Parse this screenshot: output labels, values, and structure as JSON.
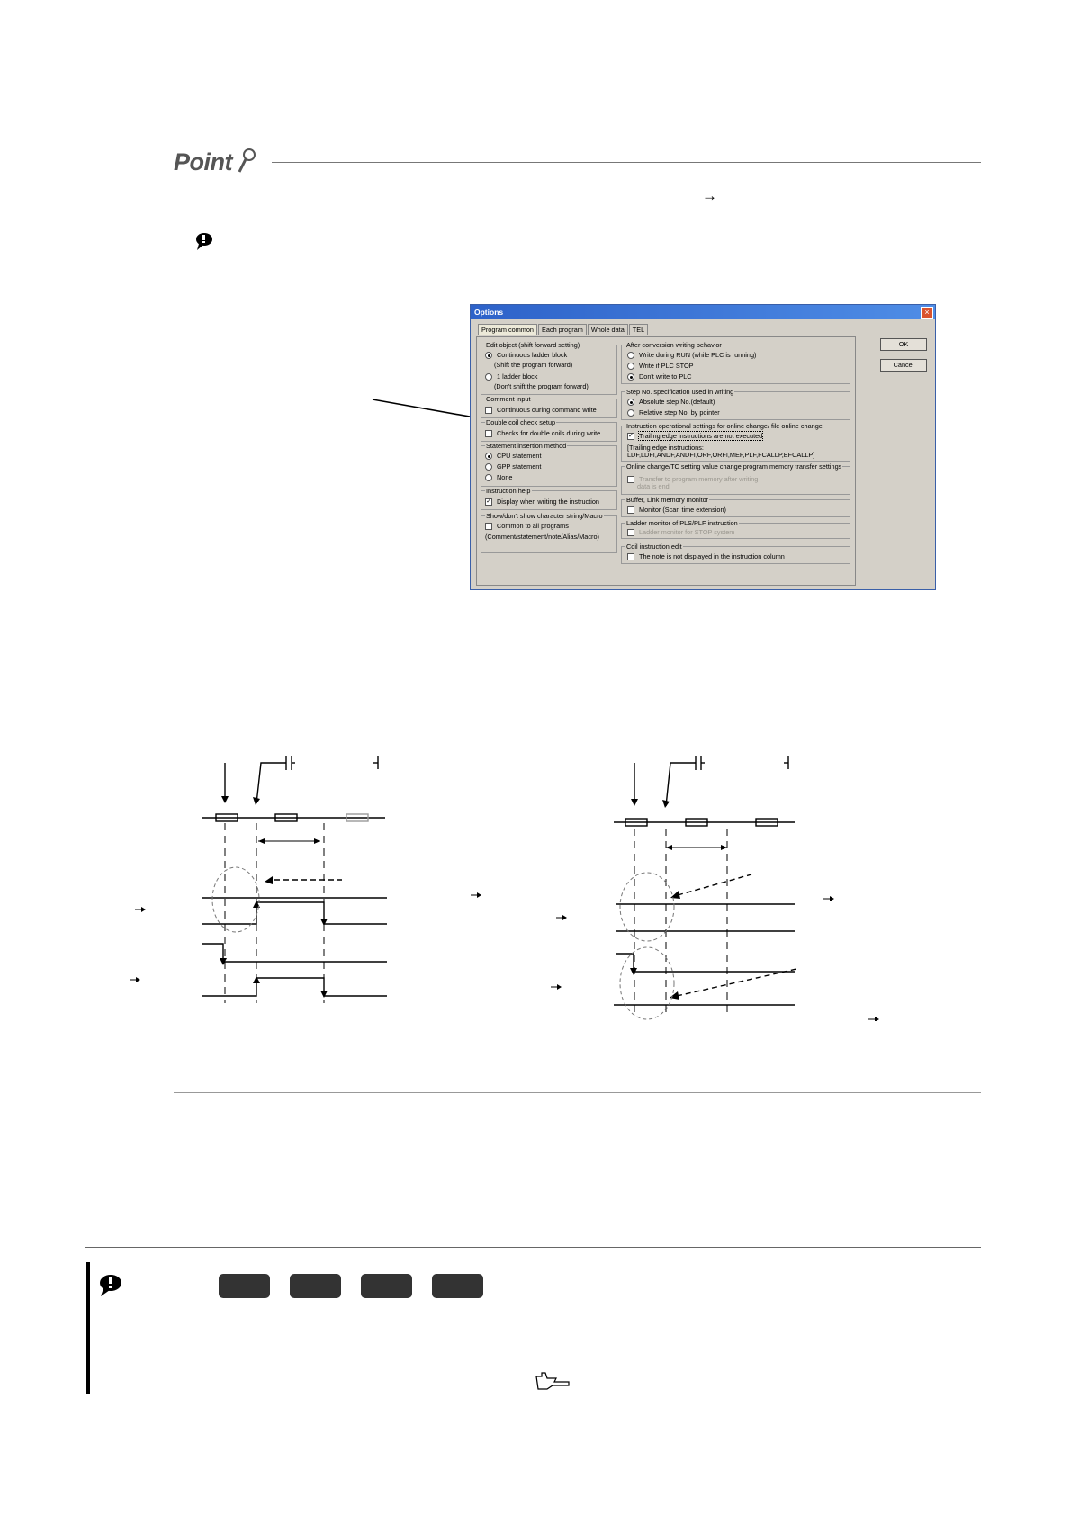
{
  "point": {
    "logo_text": "Point"
  },
  "arrows": {
    "right": "→"
  },
  "dialog": {
    "title": "Options",
    "close": "×",
    "tabs": [
      "Program common",
      "Each program",
      "Whole data",
      "TEL"
    ],
    "buttons": {
      "ok": "OK",
      "cancel": "Cancel"
    },
    "left": {
      "edit_object": {
        "title": "Edit object (shift forward setting)",
        "opt1": "Continuous ladder block",
        "opt1_sub": "(Shift the program forward)",
        "opt2": "1 ladder block",
        "opt2_sub": "(Don't shift the program forward)"
      },
      "comment_input": {
        "title": "Comment input",
        "opt1": "Continuous during command write"
      },
      "double_coil": {
        "title": "Double coil check setup",
        "opt1": "Checks for double coils during write"
      },
      "statement": {
        "title": "Statement insertion method",
        "opt1": "CPU statement",
        "opt2": "GPP statement",
        "opt3": "None"
      },
      "instruction_help": {
        "title": "Instruction help",
        "opt1": "Display when writing the instruction"
      },
      "show_string": {
        "title": "Show/don't show character string/Macro",
        "opt1": "Common to all programs",
        "opt1_sub": "(Comment/statement/note/Alias/Macro)"
      }
    },
    "right": {
      "after_conversion": {
        "title": "After conversion writing behavior",
        "opt1": "Write during RUN (while PLC is running)",
        "opt2": "Write if PLC STOP",
        "opt3": "Don't write to PLC"
      },
      "step_no": {
        "title": "Step No. specification used in writing",
        "opt1": "Absolute step No.(default)",
        "opt2": "Relative step No. by pointer"
      },
      "instruction_operational": {
        "title": "Instruction operational settings for online change/ file online change",
        "opt1": "Trailing edge instructions are not executed",
        "info1": "[Trailing edge instructions:",
        "info2": "LDF,LDFI,ANDF,ANDFI,ORF,ORFI,MEF,PLF,FCALLP,EFCALLP]"
      },
      "online_change": {
        "title": "Online change/TC setting value change program memory transfer settings",
        "opt1": "Transfer to program memory after writing",
        "opt1_sub": "data is end"
      },
      "buffer": {
        "title": "Buffer, Link memory monitor",
        "opt1": "Monitor (Scan time extension)"
      },
      "ladder_monitor": {
        "title": "Ladder monitor of PLS/PLF instruction",
        "opt1": "Ladder monitor for STOP system"
      },
      "coil_edit": {
        "title": "Coil instruction edit",
        "opt1": "The note is not displayed in the instruction column"
      }
    }
  }
}
